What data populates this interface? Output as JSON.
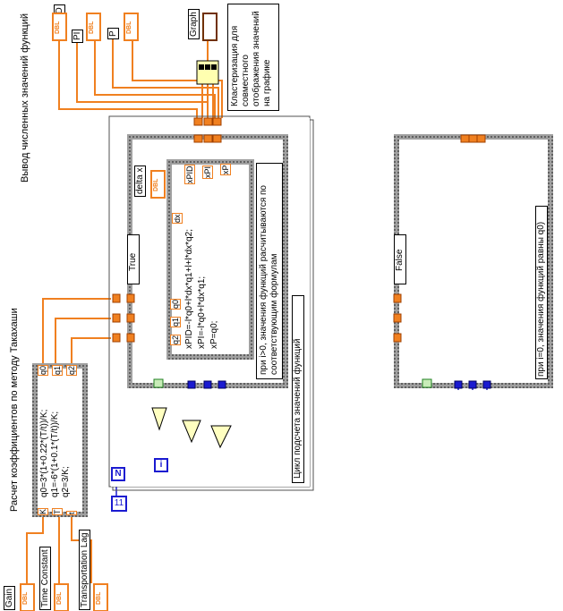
{
  "labels": {
    "output_section": "Вывод численных значений функций",
    "calc_coeffs": "Расчет коэффициентов по методу Такахаши",
    "clusterization": "Кластеризация для совместного отображения значений на графике",
    "loop_label": "Цикл подсчета значений функций",
    "true_note": "при i>0, значения функций расчитываются по соответствующим формулам",
    "false_note": "при i=0, значения функций равны q0)"
  },
  "indicators": {
    "pid": "PID",
    "pi": "PI",
    "p": "P",
    "graph": "Graph"
  },
  "controls": {
    "gain": "Gain",
    "time_constant": "Time Constant",
    "transport_lag": "Transportation Lag"
  },
  "formula": {
    "l1": "q0=3*(1+0.22*(T/t))/K;",
    "l2": "q1=-6*(1+0.1*(T/t))/K;",
    "l3": "q2=3/K;",
    "in_k": "K",
    "in_t": "T",
    "in_tt": "t",
    "out_q0": "q0",
    "out_q1": "q1",
    "out_q2": "q2"
  },
  "inner_formula": {
    "l1": "xPID=-l*q0+l*dx*q1+l+l*dx*q2;",
    "l2": "xPI=-l*q0+l*dx*q1;",
    "l3": "xP=q0;",
    "in_dx": "dx",
    "in_q0": "q0",
    "in_q1": "q1",
    "in_q2": "q2",
    "out_xpid": "xPID",
    "out_xpi": "xPI",
    "out_xp": "xP"
  },
  "case": {
    "true_sel": "True",
    "false_sel": "False"
  },
  "delta": "delta x",
  "dtype_dbl": "DBL",
  "loop_n": "N",
  "loop_i": "i",
  "n_const": "11"
}
